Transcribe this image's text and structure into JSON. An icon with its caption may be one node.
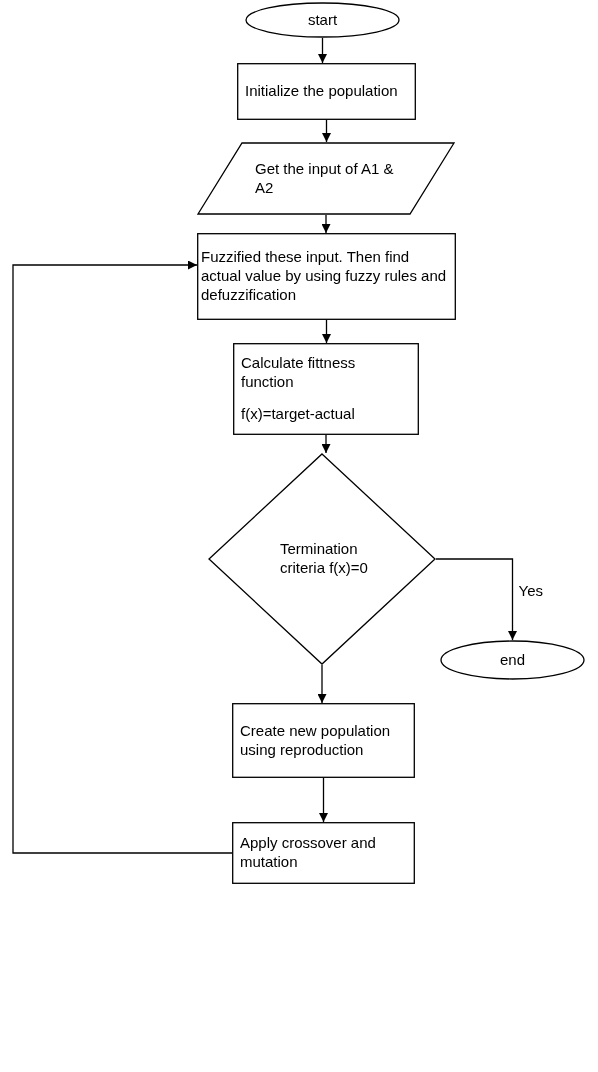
{
  "diagram": {
    "nodes": [
      {
        "text": [
          "start"
        ]
      },
      {
        "text": [
          "Initialize the population"
        ]
      },
      {
        "text": [
          "Get the input of A1 & A2"
        ]
      },
      {
        "text": [
          "Fuzzified these input. Then find actual value by using fuzzy rules and defuzzification"
        ]
      },
      {
        "text": [
          "Calculate fittness function",
          "f(x)=target-actual"
        ]
      },
      {
        "text": [
          "Termination criteria f(x)=0"
        ]
      },
      {
        "text": [
          "end"
        ]
      },
      {
        "text": [
          "Create new population using reproduction"
        ]
      },
      {
        "text": [
          "Apply crossover and mutation"
        ]
      }
    ],
    "edges": [
      {
        "from": 0,
        "to": 1,
        "arrow": "to"
      },
      {
        "from": 1,
        "to": 2,
        "arrow": "to"
      },
      {
        "from": 2,
        "to": 3,
        "arrow": "to"
      },
      {
        "from": 3,
        "to": 4,
        "arrow": "to"
      },
      {
        "from": 4,
        "to": 5,
        "arrow": "to"
      },
      {
        "from": 5,
        "to": 6,
        "arrow": "to",
        "label": "Yes"
      },
      {
        "from": 5,
        "to": 7,
        "arrow": "to"
      },
      {
        "from": 7,
        "to": 8,
        "arrow": "to"
      },
      {
        "from": 8,
        "to": 3,
        "arrow": "to"
      }
    ]
  }
}
